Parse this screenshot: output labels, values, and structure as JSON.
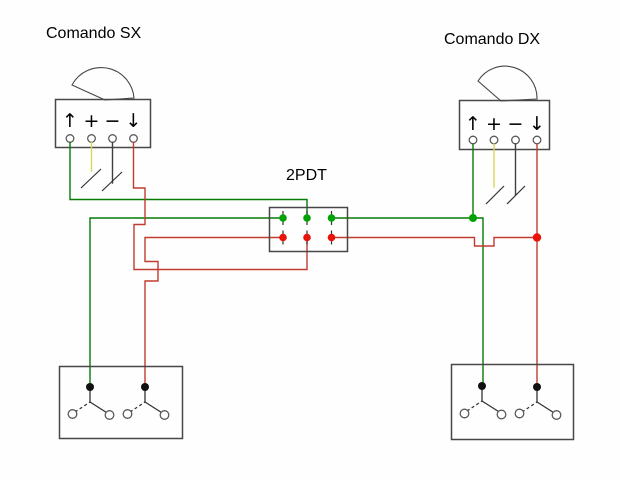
{
  "labels": {
    "left_panel": "Comando SX",
    "right_panel": "Comando DX",
    "selector": "2PDT"
  },
  "panels": {
    "sx": {
      "label": "Comando SX",
      "symbols": [
        "↑",
        "+",
        "−",
        "↓"
      ]
    },
    "dx": {
      "label": "Comando DX",
      "symbols": [
        "↑",
        "+",
        "−",
        "↓"
      ]
    }
  },
  "selector": {
    "label": "2PDT",
    "rows": 2,
    "columns": 3
  },
  "colors": {
    "background": "#fefefe",
    "text": "#000000",
    "outline": "#474747",
    "circle_outline": "#5a5a5a",
    "tick": "#333333",
    "wire_green": "#057a05",
    "wire_red": "#c23b31",
    "wire_yellow": "#d9d75a",
    "wire_dark": "#3f3f3f",
    "dot_green": "#00a303",
    "dot_red": "#ea1309",
    "switch_dot": "#111111"
  }
}
